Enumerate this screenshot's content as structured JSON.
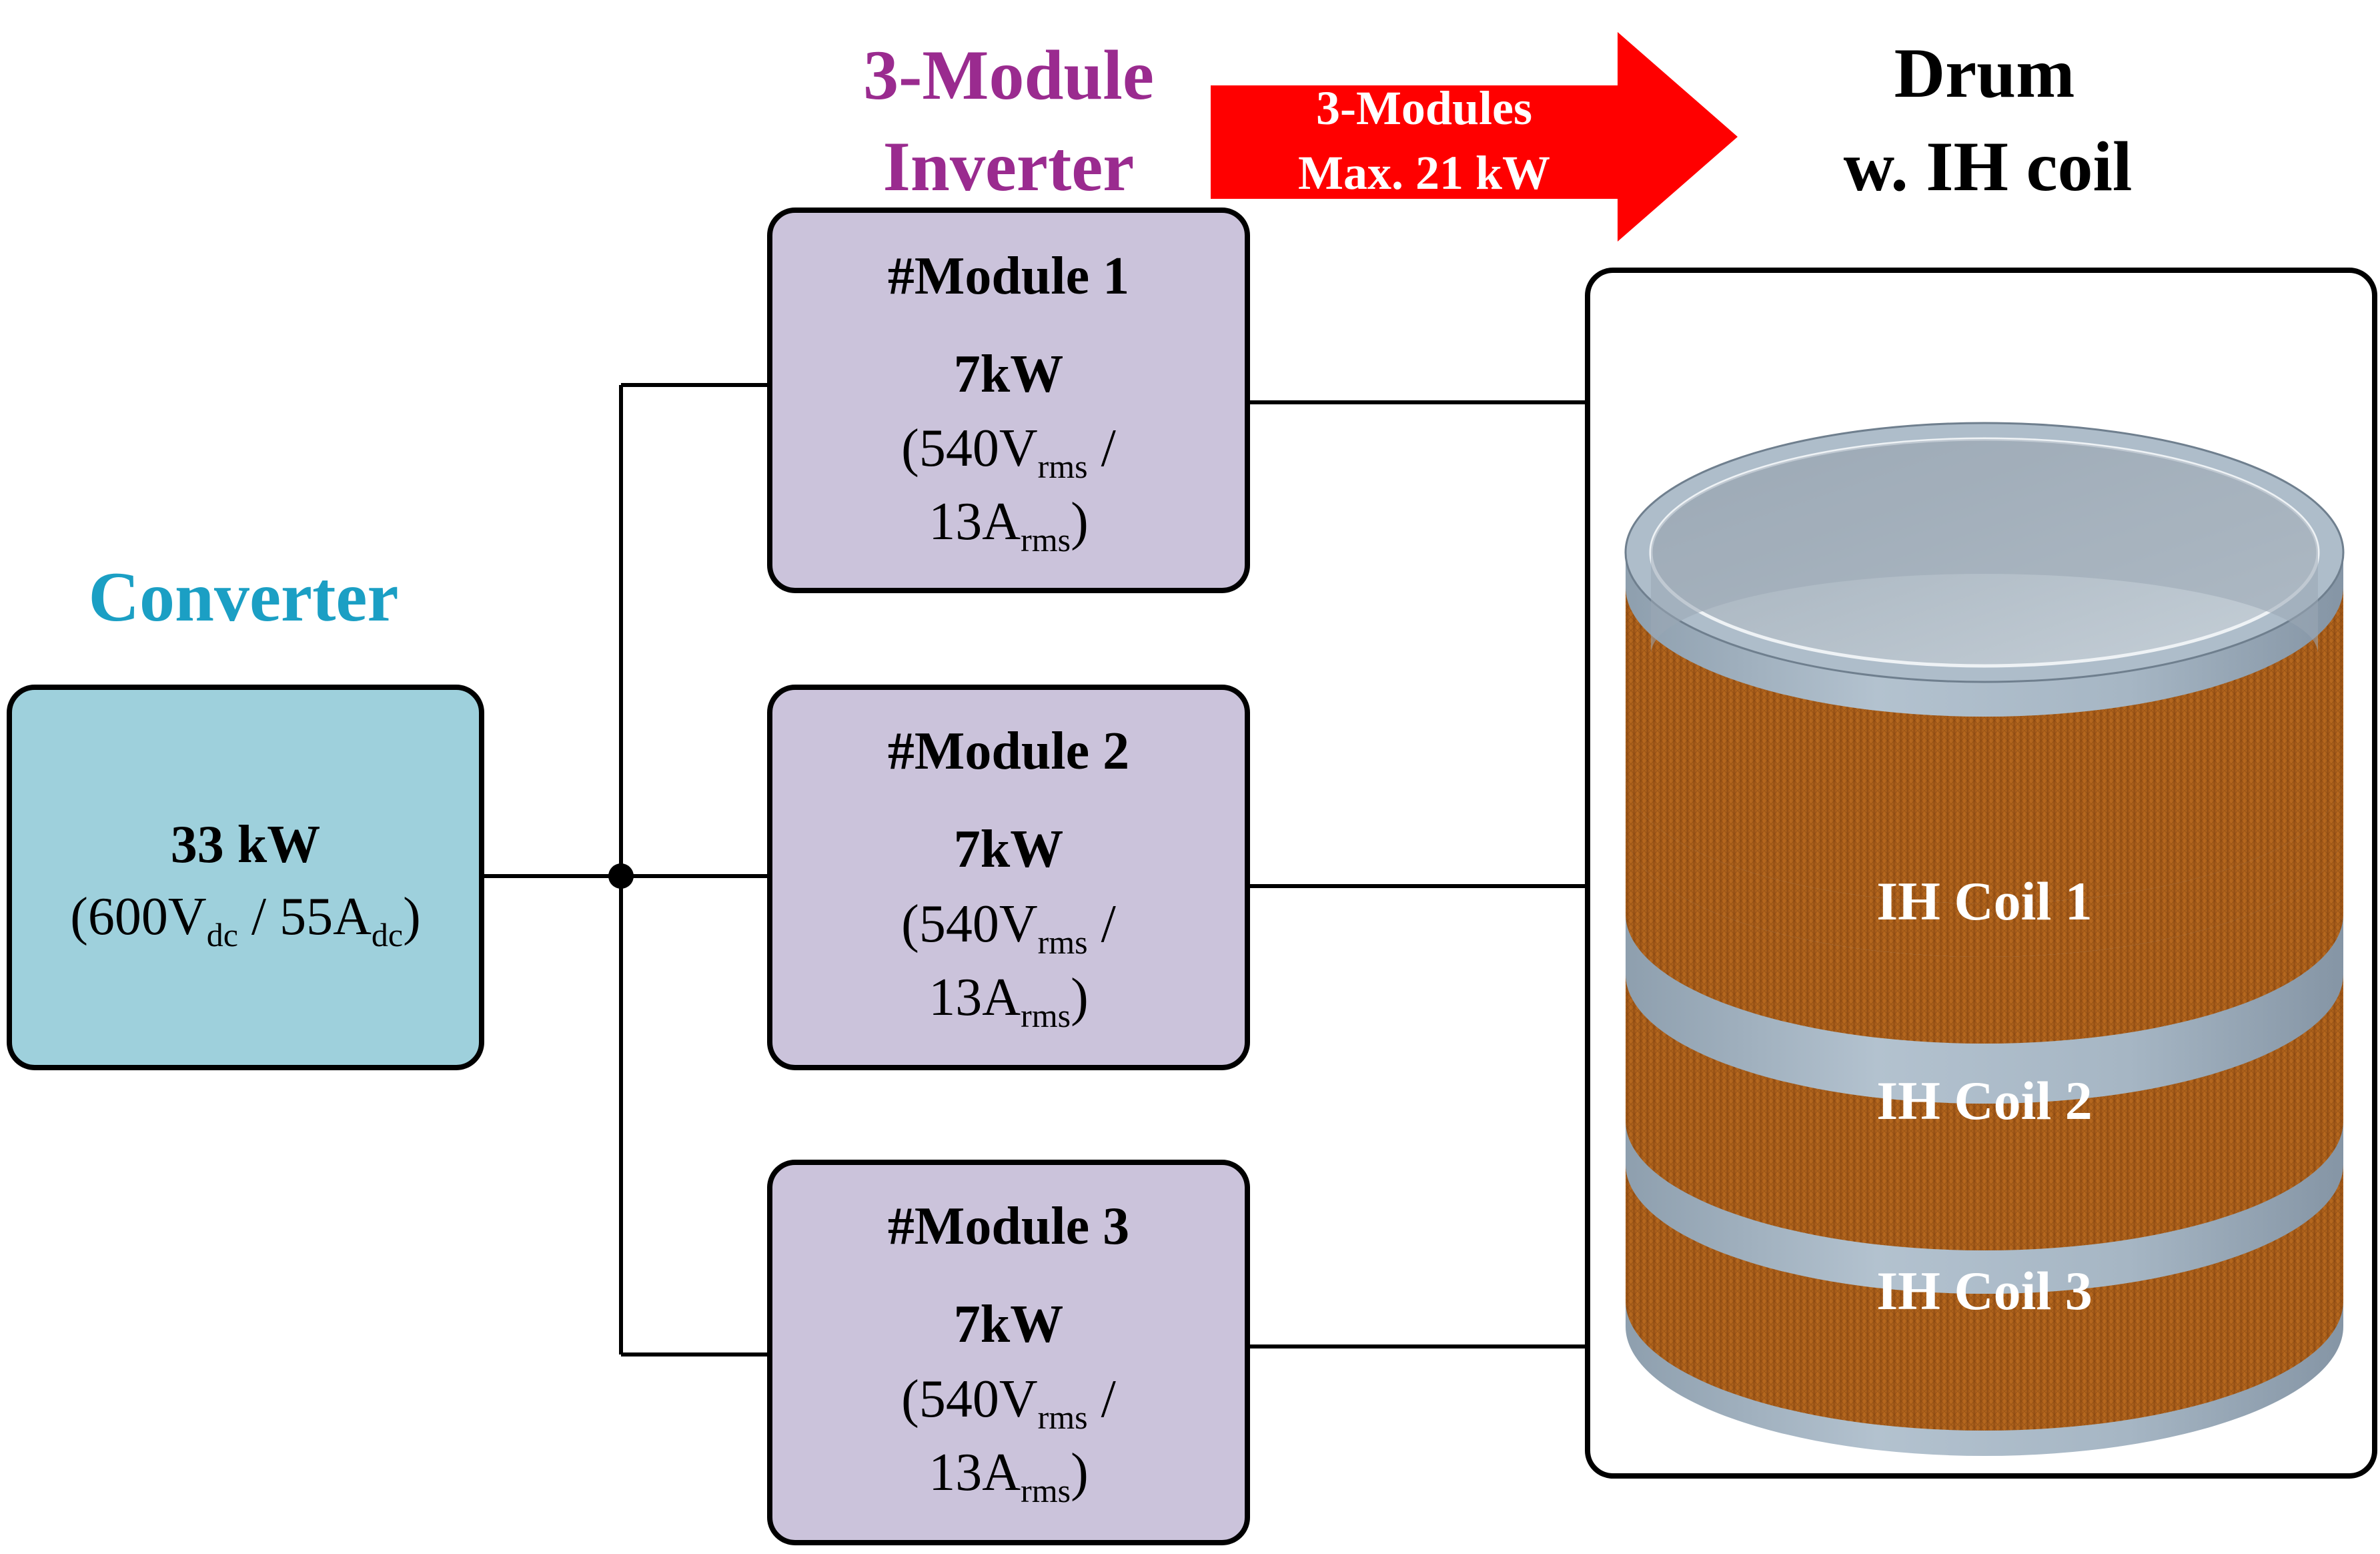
{
  "converter": {
    "title": "Converter",
    "power": "33 kW",
    "spec": {
      "open": "(600V",
      "sub1": "dc",
      "mid": " / 55A",
      "sub2": "dc",
      "close": ")"
    },
    "color": "#9ed0dc",
    "title_color": "#1b9fc4"
  },
  "inverter": {
    "title_line1": "3-Module",
    "title_line2": "Inverter",
    "title_color": "#9a2b8f",
    "box_color": "#cbc3db",
    "modules": [
      {
        "name": "#Module 1",
        "power": "7kW",
        "v_open": "(540V",
        "v_sub": "rms",
        "v_close": " /",
        "a_val": "13A",
        "a_sub": "rms",
        "a_close": ")"
      },
      {
        "name": "#Module 2",
        "power": "7kW",
        "v_open": "(540V",
        "v_sub": "rms",
        "v_close": " /",
        "a_val": "13A",
        "a_sub": "rms",
        "a_close": ")"
      },
      {
        "name": "#Module 3",
        "power": "7kW",
        "v_open": "(540V",
        "v_sub": "rms",
        "v_close": " /",
        "a_val": "13A",
        "a_sub": "rms",
        "a_close": ")"
      }
    ]
  },
  "arrow": {
    "line1": "3-Modules",
    "line2": "Max. 21 kW",
    "color": "#ff0000"
  },
  "drum": {
    "title_line1": "Drum",
    "title_line2": "w. IH coil",
    "coils": [
      "IH Coil 1",
      "IH Coil 2",
      "IH Coil 3"
    ],
    "drum_color": "#9fb0c0",
    "coil_color": "#b0641c"
  }
}
